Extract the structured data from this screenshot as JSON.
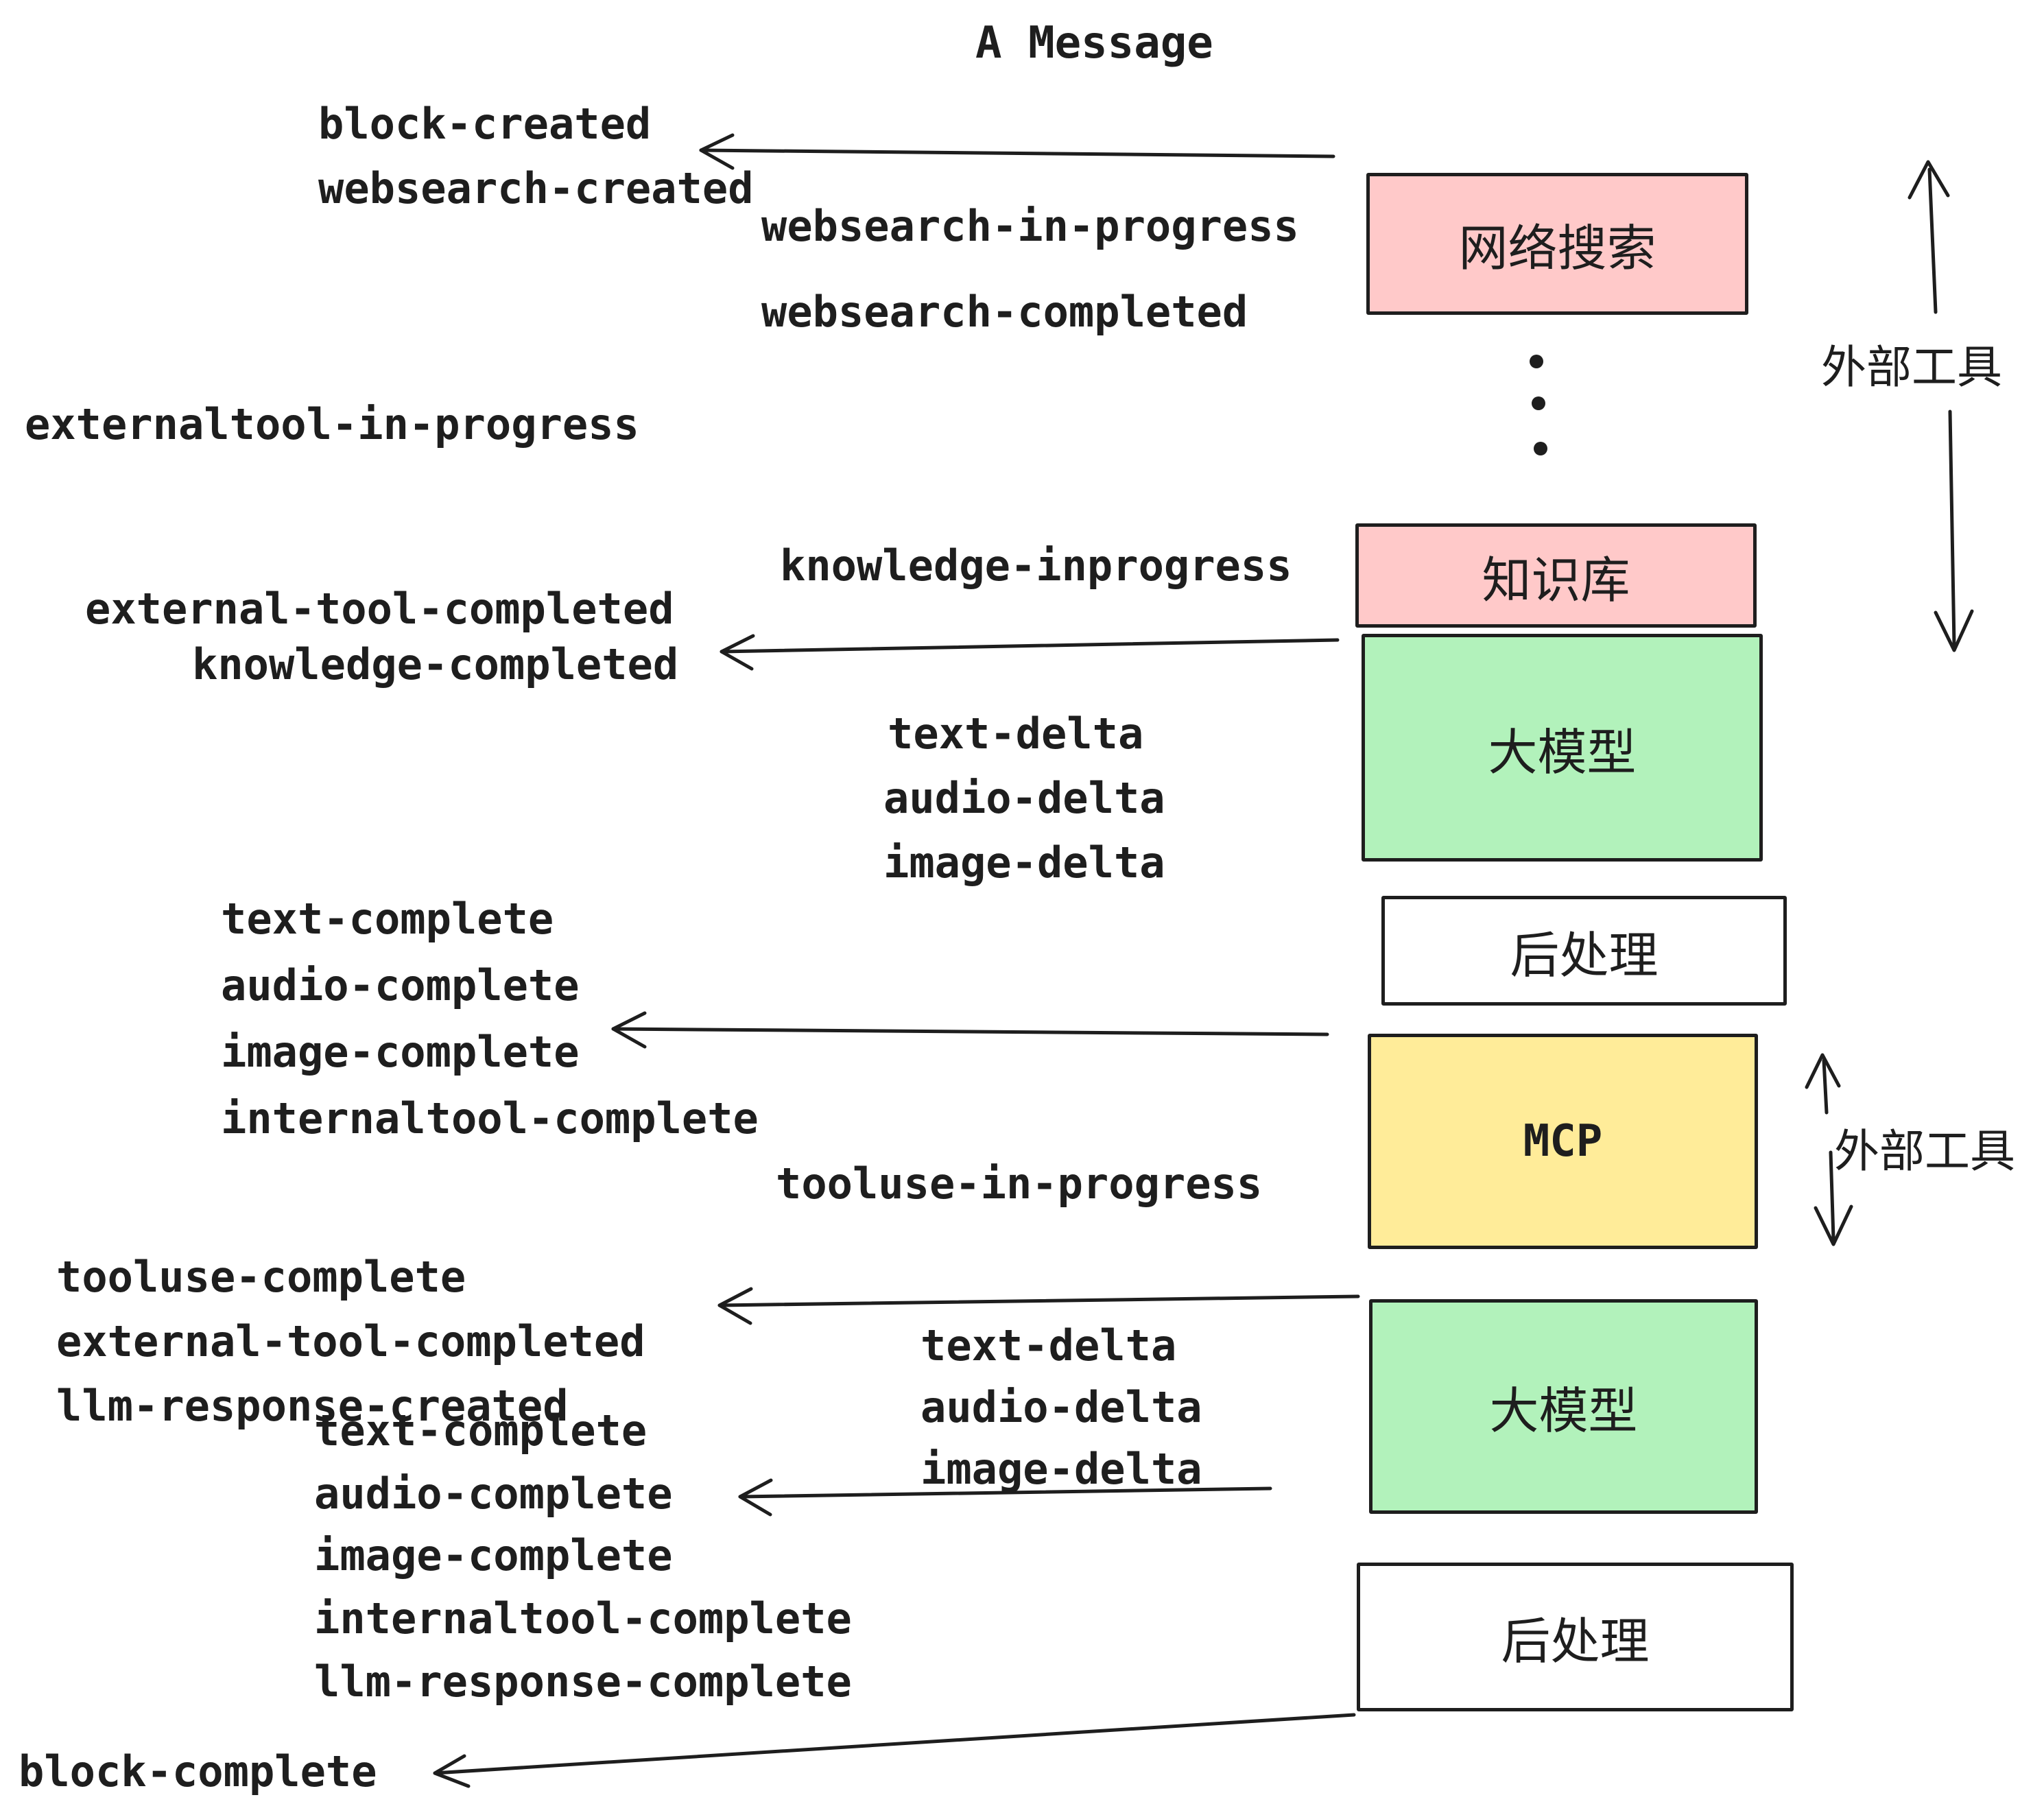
{
  "title": "A Message",
  "palette": {
    "pink": "#ffc9c9",
    "green": "#b2f2bb",
    "yellow": "#ffec99",
    "white": "#ffffff",
    "stroke": "#1e1e1e"
  },
  "pipeline_boxes": [
    {
      "label": "网络搜索",
      "color": "#ffc9c9"
    },
    {
      "label": "知识库",
      "color": "#ffc9c9"
    },
    {
      "label": "大模型",
      "color": "#b2f2bb"
    },
    {
      "label": "后处理",
      "color": "#ffffff"
    },
    {
      "label": "MCP",
      "color": "#ffec99"
    },
    {
      "label": "大模型",
      "color": "#b2f2bb"
    },
    {
      "label": "后处理",
      "color": "#ffffff"
    }
  ],
  "side_labels": [
    {
      "text": "外部工具"
    },
    {
      "text": "外部工具"
    }
  ],
  "events": [
    {
      "text": "block-created"
    },
    {
      "text": "websearch-created"
    },
    {
      "text": "websearch-in-progress"
    },
    {
      "text": "websearch-completed"
    },
    {
      "text": "externaltool-in-progress"
    },
    {
      "text": "knowledge-inprogress"
    },
    {
      "text": "external-tool-completed"
    },
    {
      "text": "knowledge-completed"
    },
    {
      "text": "text-delta"
    },
    {
      "text": "audio-delta"
    },
    {
      "text": "image-delta"
    },
    {
      "text": "text-complete"
    },
    {
      "text": "audio-complete"
    },
    {
      "text": "image-complete"
    },
    {
      "text": "internaltool-complete"
    },
    {
      "text": "tooluse-in-progress"
    },
    {
      "text": "tooluse-complete"
    },
    {
      "text": "external-tool-completed"
    },
    {
      "text": "llm-response-created"
    },
    {
      "text": "text-delta"
    },
    {
      "text": "audio-delta"
    },
    {
      "text": "image-delta"
    },
    {
      "text": "text-complete"
    },
    {
      "text": "audio-complete"
    },
    {
      "text": "image-complete"
    },
    {
      "text": "internaltool-complete"
    },
    {
      "text": "llm-response-complete"
    },
    {
      "text": "block-complete"
    }
  ]
}
